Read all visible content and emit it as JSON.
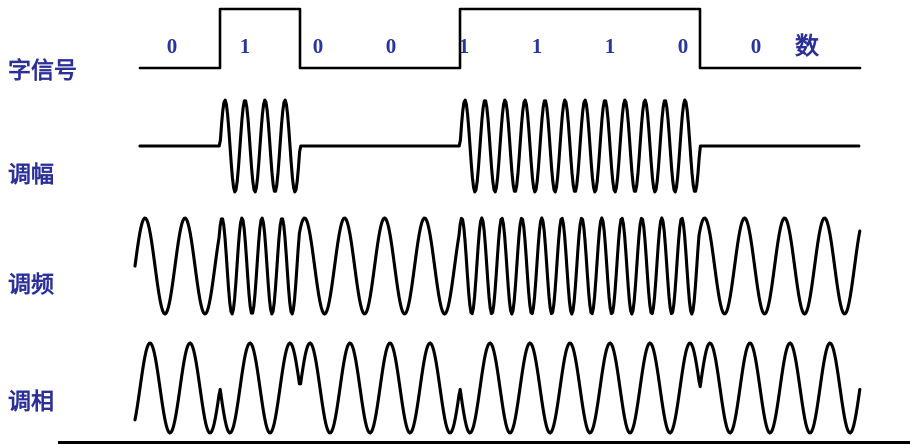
{
  "figure": {
    "background": "#ffffff",
    "label_color": "#2b2f98",
    "digit_color": "#2a35a0",
    "waveform_color": "#000000"
  },
  "rows": [
    {
      "label": "字信号",
      "type": "digital-signal"
    },
    {
      "label": "调幅",
      "type": "amplitude-modulation"
    },
    {
      "label": "调频",
      "type": "frequency-modulation"
    },
    {
      "label": "调相",
      "type": "phase-modulation"
    }
  ],
  "digit_suffix": "数",
  "chart_data": {
    "type": "line",
    "bits": [
      0,
      1,
      0,
      0,
      1,
      1,
      1,
      0,
      0
    ],
    "bit_labels": [
      "0",
      "1",
      "0",
      "0",
      "1",
      "1",
      "1",
      "0",
      "0"
    ],
    "series": [
      {
        "name": "字信号",
        "kind": "square",
        "high_for_bit": 1
      },
      {
        "name": "调幅",
        "kind": "ask",
        "cycles_per_bit_on": 4,
        "cycles_per_bit_off": 0
      },
      {
        "name": "调频",
        "kind": "fsk",
        "cycles_per_bit_0": 2,
        "cycles_per_bit_1": 4
      },
      {
        "name": "调相",
        "kind": "psk",
        "cycles_per_bit": 2,
        "phase_shift_deg_for_1": 180
      }
    ],
    "legend": "off",
    "grid": "off",
    "axes": "none"
  }
}
